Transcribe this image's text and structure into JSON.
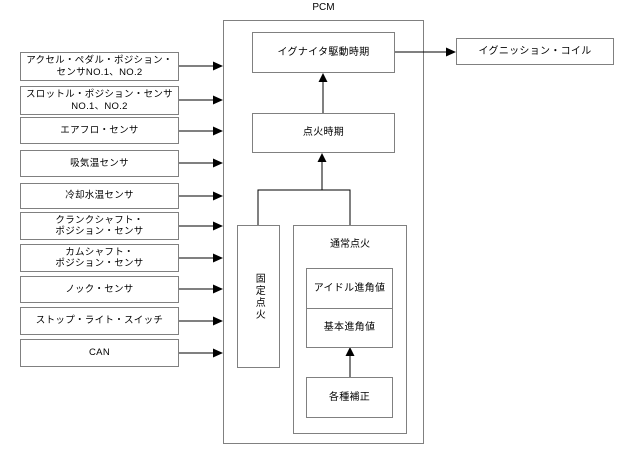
{
  "colors": {
    "background": "#ffffff",
    "box_border": "#808080",
    "line": "#000000"
  },
  "diagram": {
    "title": "PCM",
    "inputs": [
      {
        "label": "アクセル・ペダル・ポジション・\nセンサNO.1、NO.2"
      },
      {
        "label": "スロットル・ポジション・センサ\nNO.1、NO.2"
      },
      {
        "label": "エアフロ・センサ"
      },
      {
        "label": "吸気温センサ"
      },
      {
        "label": "冷却水温センサ"
      },
      {
        "label": "クランクシャフト・\nポジション・センサ"
      },
      {
        "label": "カムシャフト・\nポジション・センサ"
      },
      {
        "label": "ノック・センサ"
      },
      {
        "label": "ストップ・ライト・スイッチ"
      },
      {
        "label": "CAN"
      }
    ],
    "pcm": {
      "igniter_drive_timing": "イグナイタ駆動時期",
      "ignition_timing": "点火時期",
      "fixed_ignition": "固定点火",
      "normal_ignition": "通常点火",
      "idle_advance_value": "アイドル進角値",
      "base_advance_value": "基本進角値",
      "various_corrections": "各種補正"
    },
    "output": {
      "label": "イグニッション・コイル"
    }
  }
}
